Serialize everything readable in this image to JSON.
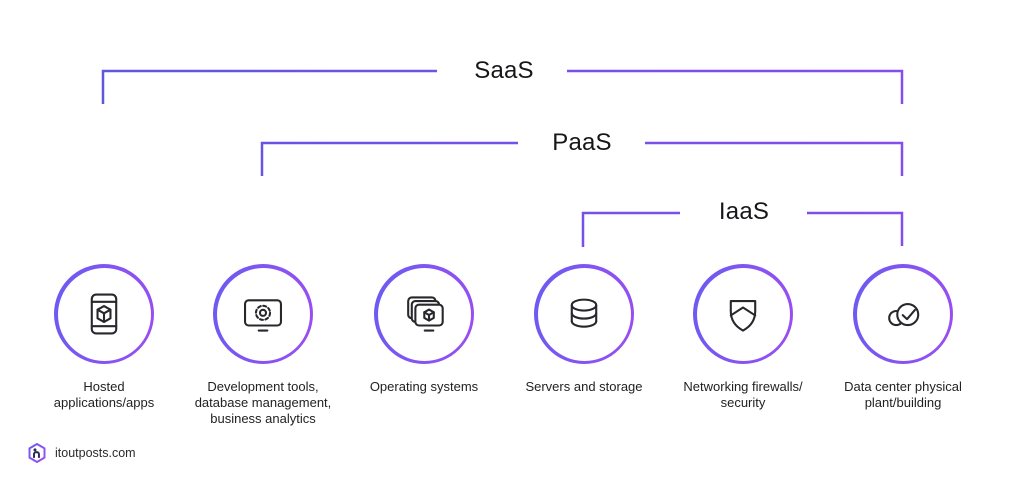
{
  "colors": {
    "line_from": "#5A57E0",
    "line_to": "#8B4BF0",
    "ring_from": "#6A5BF2",
    "ring_to": "#9C4DF1",
    "icon_stroke": "#27272C",
    "text": "#222222",
    "tier_text": "#17171A"
  },
  "tiers": [
    {
      "label": "SaaS"
    },
    {
      "label": "PaaS"
    },
    {
      "label": "IaaS"
    }
  ],
  "components": [
    {
      "label": "Hosted\napplications/apps",
      "icon": "smartphone-app-cube-icon"
    },
    {
      "label": "Development tools,\ndatabase management,\nbusiness analytics",
      "icon": "monitor-gear-icon"
    },
    {
      "label": "Operating systems",
      "icon": "stacked-windows-cube-icon"
    },
    {
      "label": "Servers and storage",
      "icon": "database-icon"
    },
    {
      "label": "Networking firewalls/\nsecurity",
      "icon": "shield-icon"
    },
    {
      "label": "Data center physical\nplant/building",
      "icon": "cloud-check-icon"
    }
  ],
  "footer": {
    "website": "itoutposts.com"
  }
}
